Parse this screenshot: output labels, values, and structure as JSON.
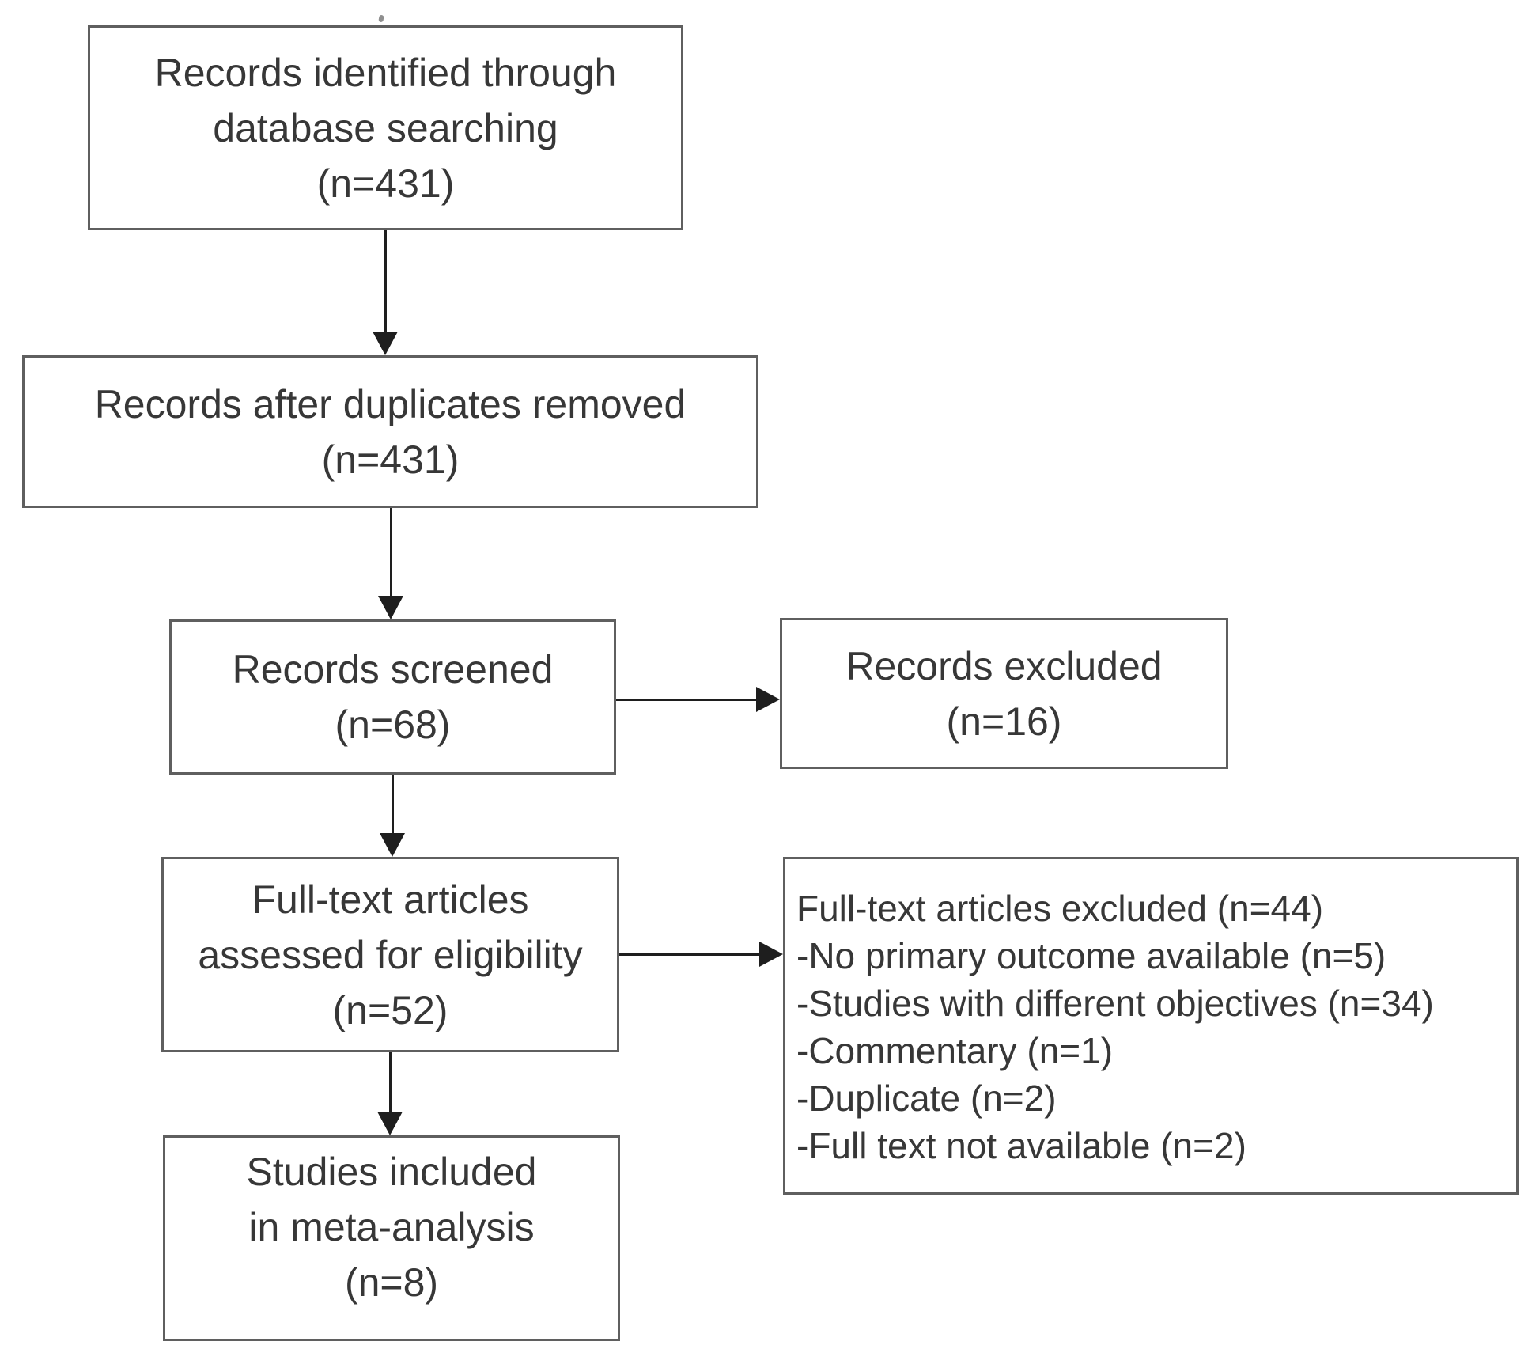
{
  "diagram": {
    "kind": "flowchart",
    "boxes": {
      "identification": {
        "lines": [
          "Records identified through",
          "database searching",
          "(n=431)"
        ]
      },
      "deduplication": {
        "lines": [
          "Records after duplicates removed",
          "(n=431)"
        ]
      },
      "screening": {
        "lines": [
          "Records screened",
          "(n=68)"
        ]
      },
      "screening_excluded": {
        "lines": [
          "Records excluded",
          "(n=16)"
        ]
      },
      "eligibility": {
        "lines": [
          "Full-text articles",
          "assessed for eligibility",
          "(n=52)"
        ]
      },
      "eligibility_excluded": {
        "lines": [
          "Full-text articles excluded (n=44)",
          "-No primary outcome available (n=5)",
          "-Studies with different objectives (n=34)",
          "-Commentary (n=1)",
          "-Duplicate (n=2)",
          "-Full text not available (n=2)"
        ]
      },
      "included": {
        "lines": [
          "Studies included",
          "in meta-analysis",
          "(n=8)"
        ]
      }
    },
    "arrows": [
      {
        "from": "identification",
        "to": "deduplication",
        "direction": "down"
      },
      {
        "from": "deduplication",
        "to": "screening",
        "direction": "down"
      },
      {
        "from": "screening",
        "to": "screening_excluded",
        "direction": "right"
      },
      {
        "from": "screening",
        "to": "eligibility",
        "direction": "down"
      },
      {
        "from": "eligibility",
        "to": "eligibility_excluded",
        "direction": "right"
      },
      {
        "from": "eligibility",
        "to": "included",
        "direction": "down"
      }
    ],
    "colors": {
      "box_border": "#5f5f5f",
      "text": "#373737",
      "arrow": "#1e1e1e",
      "background": "#ffffff"
    }
  }
}
